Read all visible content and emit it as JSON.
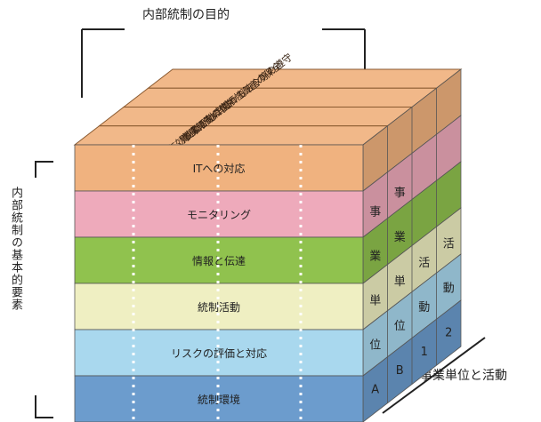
{
  "title": "内部統制の目的",
  "left_label": "内部統制の基本的要素",
  "right_label": "事業単位と活動",
  "objectives": [
    "業務の有効性及び効率性",
    "財務報告の信頼性",
    "事業活動に関わる法令等の遵守",
    "資産の保全"
  ],
  "components": [
    {
      "label": "ITへの対応",
      "color": "#f0b27f"
    },
    {
      "label": "モニタリング",
      "color": "#eeaabb"
    },
    {
      "label": "情報と伝達",
      "color": "#90c24e"
    },
    {
      "label": "統制活動",
      "color": "#efefc2"
    },
    {
      "label": "リスクの評価と対応",
      "color": "#a9d8ee"
    },
    {
      "label": "統制環境",
      "color": "#6c9ccd"
    }
  ],
  "unit_columns": [
    [
      "事",
      "業",
      "単",
      "位",
      "A"
    ],
    [
      "事",
      "業",
      "単",
      "位",
      "B"
    ],
    [
      "活",
      "動",
      "1"
    ],
    [
      "活",
      "動",
      "2"
    ]
  ]
}
